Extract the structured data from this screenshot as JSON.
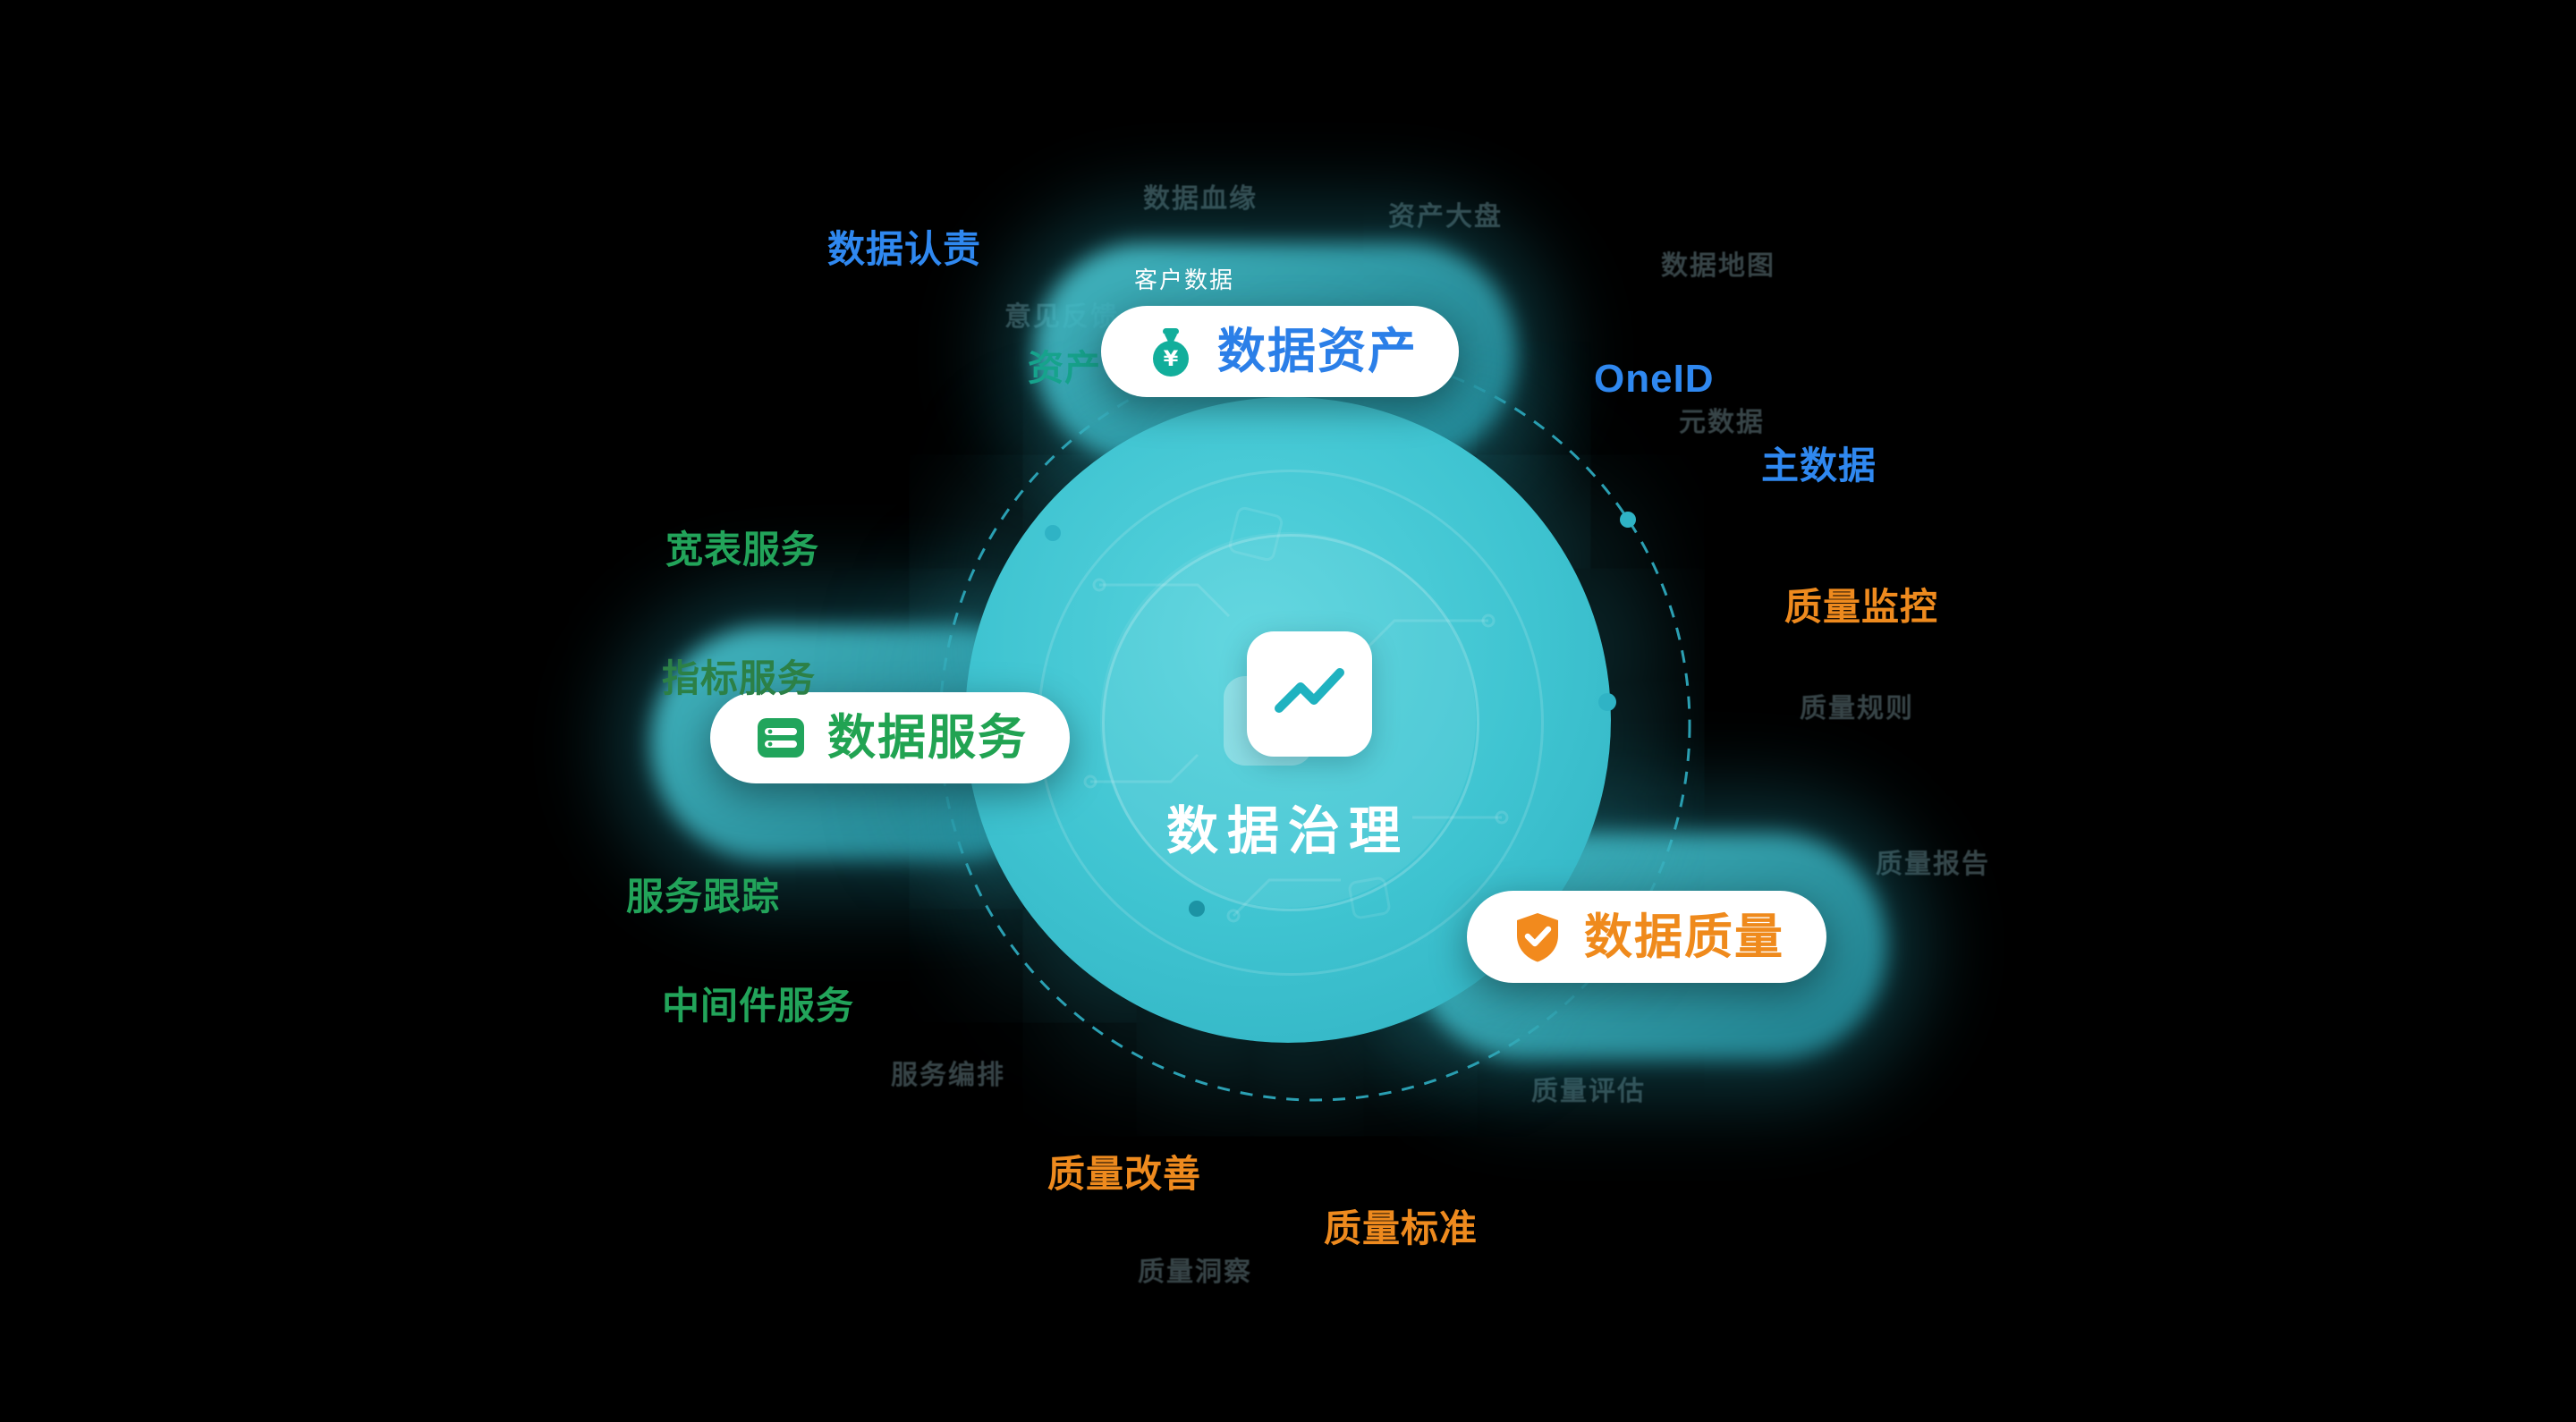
{
  "colors": {
    "background": "#000000",
    "blue": "#2F88F0",
    "green": "#22A45A",
    "orange": "#EE8A1E",
    "teal_circle": "#3FC4D1"
  },
  "center": {
    "title": "数据治理",
    "icon": "document-chart-icon"
  },
  "pills": {
    "assets": {
      "label": "数据资产",
      "icon": "money-bag-icon",
      "text_color": "#2B7FE8"
    },
    "services": {
      "label": "数据服务",
      "icon": "database-icon",
      "text_color": "#21A352"
    },
    "quality": {
      "label": "数据质量",
      "icon": "shield-check-icon",
      "text_color": "#EF8A1C"
    }
  },
  "asset_labels": {
    "responsibility": "数据认责",
    "customer_data": "客户数据",
    "oneid": "OneID",
    "master_data": "主数据",
    "asset_partial": "资产"
  },
  "service_labels": {
    "wide_table": "宽表服务",
    "indicator": "指标服务",
    "tracking": "服务跟踪",
    "middleware": "中间件服务"
  },
  "quality_labels": {
    "monitoring": "质量监控",
    "improvement": "质量改善",
    "standard": "质量标准"
  },
  "faint_labels": {
    "f1": "数据血缘",
    "f2": "资产大盘",
    "f3": "数据地图",
    "f4": "元数据",
    "f5": "质量规则",
    "f6": "质量报告",
    "f7": "质量评估",
    "f8": "服务编排",
    "f9": "质量洞察",
    "f10": "意见反馈"
  }
}
